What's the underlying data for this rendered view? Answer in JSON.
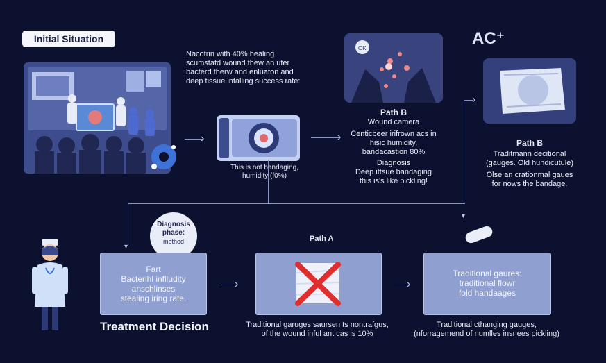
{
  "initial": {
    "label": "Initial Situation",
    "desc": [
      "Nacotrin with 40% healing",
      "scumstatd wound thew an uter",
      "bacterd therw and enluaton and",
      "deep tissue infalling success rate:"
    ]
  },
  "device": {
    "caption": [
      "This is not bandaging,",
      "humidity (f0%)"
    ]
  },
  "path_b_camera": {
    "title": "Path B",
    "subtitle": "Wound camera",
    "lines": [
      "Centicbeer irifrown acs in",
      "hisic humidity,",
      "bandacastion 80%",
      "Diagnosis",
      "Deep ittsue bandaging",
      "this is's like pickling!"
    ]
  },
  "ac_label": "AC⁺",
  "path_b_gauze": {
    "title": "Path B",
    "lines": [
      "Traditmann decitional",
      "(gauges. Old hundicutule)",
      "Olse an crationmal gaues",
      "for nows the bandage."
    ]
  },
  "diagnosis_bubble": {
    "lines": [
      "Diagnosis",
      "phase:",
      "method"
    ]
  },
  "treatment_box": {
    "lines": [
      "Fart",
      "Bacterihl inflludity",
      "anschlinses",
      "stealing iring rate."
    ]
  },
  "treatment_title": "Treatment Decision",
  "path_a": {
    "title": "Path A",
    "caption": [
      "Traditional garuges saursen ts nontrafgus,",
      "of the wound inful ant cas is 10%"
    ]
  },
  "traditional_box": {
    "lines": [
      "Traditional gaures:",
      "traditional flowr",
      "fold handaages"
    ],
    "caption": [
      "Traditional cthanging gauges,",
      "(nforragemend of numlles insnees pickling)"
    ]
  },
  "colors": {
    "background": "#0d1130",
    "panel": "#8f9fd0",
    "cross": "#e02d2d",
    "accent_blue": "#3f72d6"
  }
}
